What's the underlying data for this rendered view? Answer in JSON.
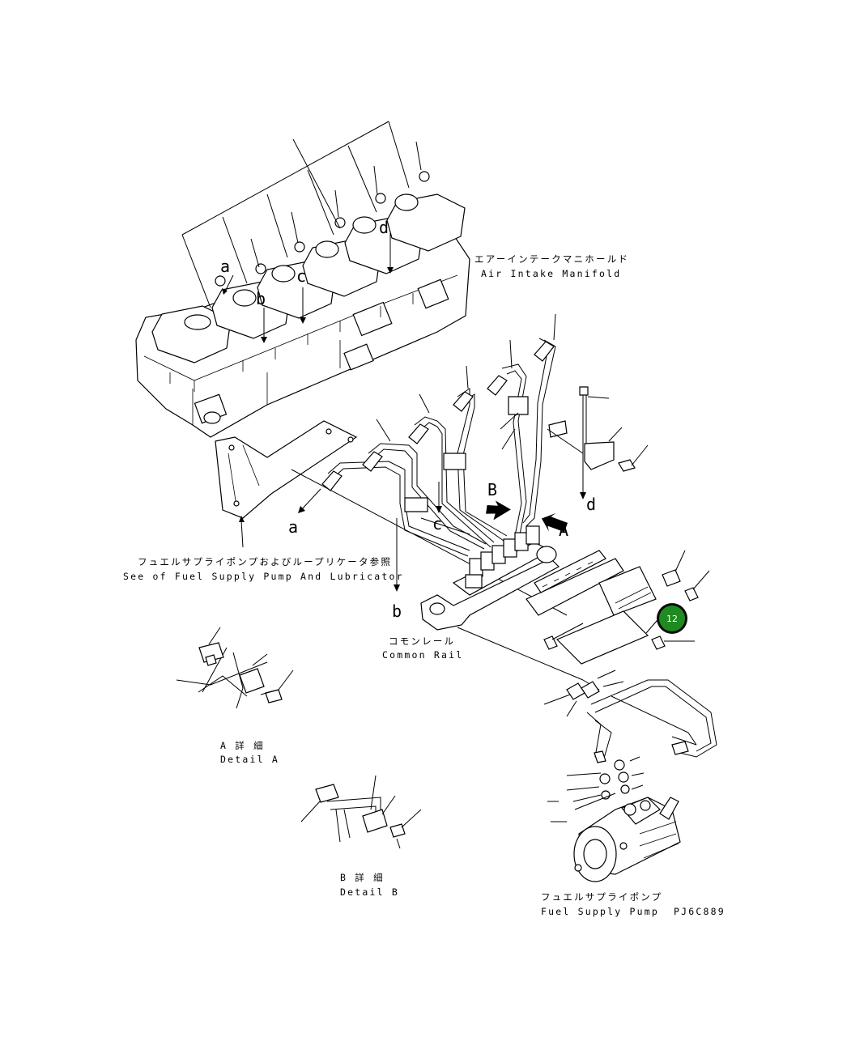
{
  "diagram": {
    "labels": {
      "air_intake_jp": "エアーインテークマニホールド",
      "air_intake_en": "Air Intake Manifold",
      "see_fuel_jp": "フュエルサプライポンプおよびループリケータ参照",
      "see_fuel_en": "See of Fuel Supply Pump And Lubricator",
      "common_rail_jp": "コモンレール",
      "common_rail_en": "Common Rail",
      "detail_a_jp": "A 詳 細",
      "detail_a_en": "Detail A",
      "detail_b_jp": "B 詳 細",
      "detail_b_en": "Detail B",
      "fuel_pump_jp": "フュエルサプライポンプ",
      "fuel_pump_en": "Fuel Supply Pump",
      "drawing_code": "PJ6C889"
    },
    "markers": {
      "a_top": "a",
      "b_top": "b",
      "c_top": "c",
      "d_top": "d",
      "a_low": "a",
      "b_low": "b",
      "c_low": "c",
      "d_low": "d",
      "view_a": "A",
      "view_b": "B"
    },
    "callout": {
      "number": "12",
      "color": "#1f8a1f",
      "ring_color": "#0a0a0a"
    }
  }
}
